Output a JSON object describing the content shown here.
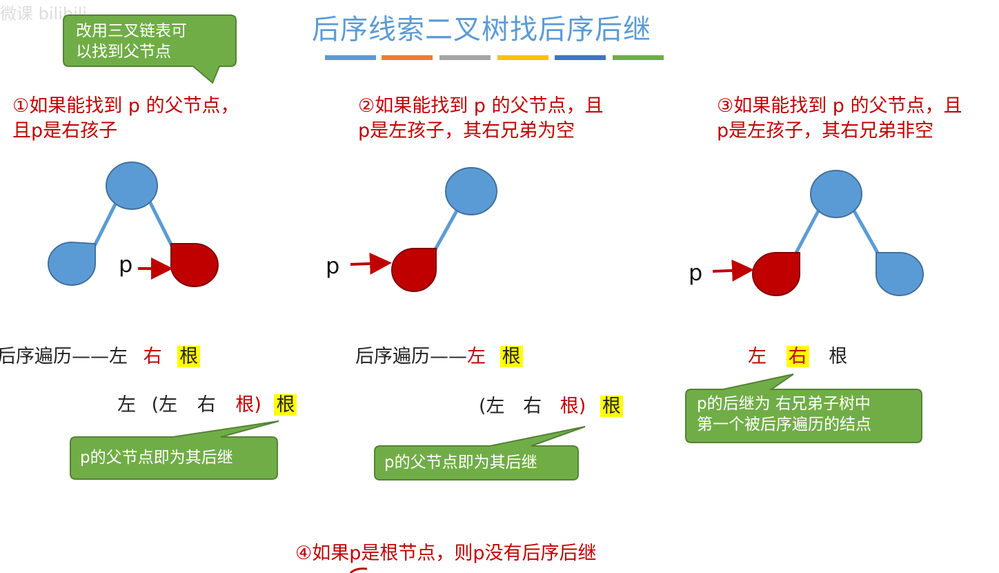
{
  "watermark": "微课 bilibili",
  "title": "后序线索二叉树找后序后继",
  "colors": {
    "title": "#5b9bd5",
    "case_text": "#c00000",
    "node_blue": "#5b9bd5",
    "node_red": "#c00000",
    "callout_fill": "#70ad47",
    "callout_border": "#548235",
    "highlight": "#ffff00",
    "bars": [
      "#5b9bd5",
      "#ed7d31",
      "#a5a5a5",
      "#ffc000",
      "#4472c4",
      "#70ad47"
    ]
  },
  "top_callout": {
    "line1": "改用三叉链表可",
    "line2": "以找到父节点"
  },
  "case1": {
    "line1": "①如果能找到 p 的父节点，",
    "line2": "且p是右孩子",
    "p_label": "p",
    "seq_prefix": "后序遍历——左",
    "seq_right": "右",
    "seq_root": "根",
    "expand_left": "左",
    "expand_open": "(左",
    "expand_right": "右",
    "expand_root": "根)",
    "expand_final_root": "根",
    "callout": "p的父节点即为其后继"
  },
  "case2": {
    "line1": "②如果能找到 p 的父节点，且",
    "line2": "p是左孩子，其右兄弟为空",
    "p_label": "p",
    "seq_prefix": "后序遍历——",
    "seq_left": "左",
    "seq_root": "根",
    "expand_open": "(左",
    "expand_right": "右",
    "expand_root": "根)",
    "expand_final_root": "根",
    "callout": "p的父节点即为其后继"
  },
  "case3": {
    "line1": "③如果能找到 p 的父节点，且",
    "line2": "p是左孩子，其右兄弟非空",
    "p_label": "p",
    "seq_left": "左",
    "seq_right": "右",
    "seq_root": "根",
    "callout_line1": "p的后继为 右兄弟子树中",
    "callout_line2": "第一个被后序遍历的结点"
  },
  "case4": {
    "text": "④如果p是根节点，则p没有后序后继"
  }
}
